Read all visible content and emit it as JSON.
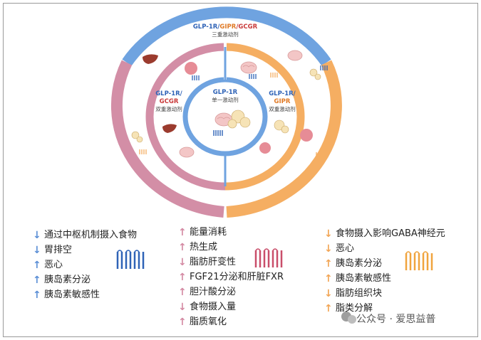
{
  "outer_ring": {
    "line1_part1": "GLP-1R/",
    "line1_part2": "GIPR",
    "line1_part3": "/GCGR",
    "line2": "三重激动剂"
  },
  "left_ring": {
    "line1": "GLP-1R/",
    "line2": "GCGR",
    "line3": "双重激动剂"
  },
  "center": {
    "line1": "GLP-1R",
    "line2": "单一激动剂"
  },
  "right_ring": {
    "line1": "GLP-1R/",
    "line2": "GIPR",
    "line3": "双重激动剂"
  },
  "colors": {
    "blue": "#6fa3e0",
    "pink": "#d38ea6",
    "orange": "#f5ae62",
    "label_blue": "#2f63b7",
    "label_red": "#c93a3a",
    "label_orange": "#e07a26"
  },
  "legend_blue": [
    {
      "arrow": "down",
      "text": "通过中枢机制摄入食物"
    },
    {
      "arrow": "down",
      "text": "胃排空"
    },
    {
      "arrow": "up",
      "text": "恶心"
    },
    {
      "arrow": "up",
      "text": "胰岛素分泌"
    },
    {
      "arrow": "up",
      "text": "胰岛素敏感性"
    }
  ],
  "legend_pink": [
    {
      "arrow": "up",
      "text": "能量消耗"
    },
    {
      "arrow": "up",
      "text": "热生成"
    },
    {
      "arrow": "down",
      "text": "脂肪肝变性"
    },
    {
      "arrow": "up",
      "text": "FGF21分泌和肝脏FXR"
    },
    {
      "arrow": "up",
      "text": "胆汁酸分泌"
    },
    {
      "arrow": "down",
      "text": "食物摄入量"
    },
    {
      "arrow": "up",
      "text": "脂质氧化"
    }
  ],
  "legend_orange": [
    {
      "arrow": "down",
      "text": "食物摄入影响GABA神经元"
    },
    {
      "arrow": "down",
      "text": "恶心"
    },
    {
      "arrow": "up",
      "text": "胰岛素分泌"
    },
    {
      "arrow": "up",
      "text": "胰岛素敏感性"
    },
    {
      "arrow": "down",
      "text": "脂肪组织块"
    },
    {
      "arrow": "up",
      "text": "脂类分解"
    }
  ],
  "watermark": "公众号 · 爱思益普"
}
